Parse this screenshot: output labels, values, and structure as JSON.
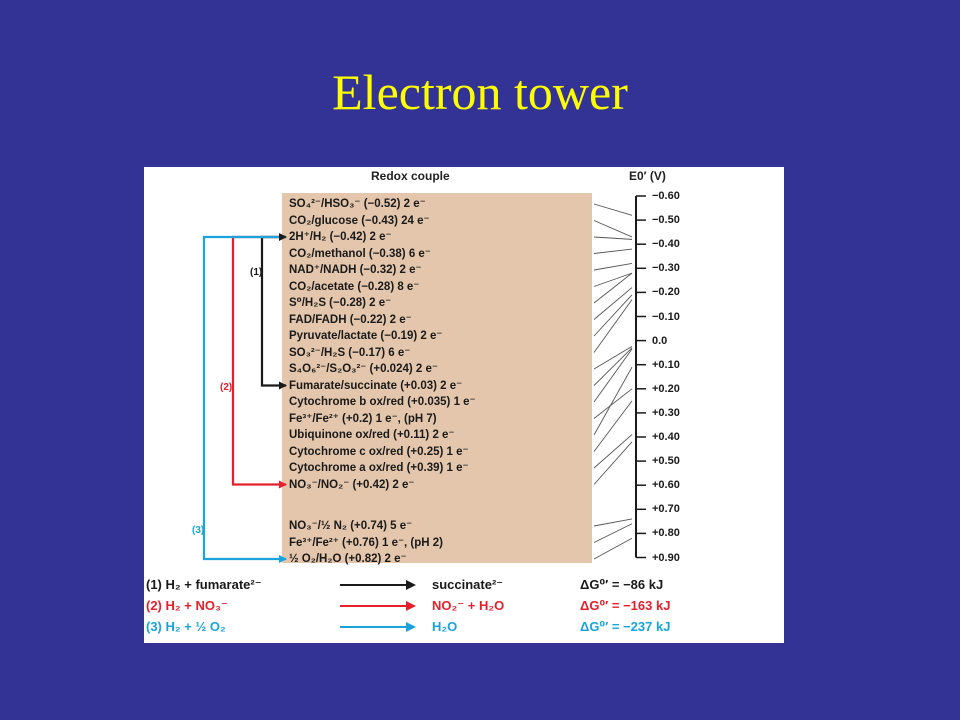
{
  "slide_title": "Electron tower",
  "header": {
    "couple": "Redox couple",
    "potential": "E0′ (V)"
  },
  "couples": [
    {
      "label": "SO₄²⁻/HSO₃⁻ (−0.52) 2 e⁻",
      "e0": -0.52
    },
    {
      "label": "CO₂/glucose (−0.43) 24 e⁻",
      "e0": -0.43
    },
    {
      "label": "2H⁺/H₂ (−0.42) 2 e⁻",
      "e0": -0.42
    },
    {
      "label": "CO₂/methanol (−0.38) 6 e⁻",
      "e0": -0.38
    },
    {
      "label": "NAD⁺/NADH (−0.32) 2 e⁻",
      "e0": -0.32
    },
    {
      "label": "CO₂/acetate (−0.28) 8 e⁻",
      "e0": -0.28
    },
    {
      "label": "S⁰/H₂S (−0.28) 2 e⁻",
      "e0": -0.28
    },
    {
      "label": "FAD/FADH (−0.22) 2 e⁻",
      "e0": -0.22
    },
    {
      "label": "Pyruvate/lactate (−0.19) 2 e⁻",
      "e0": -0.19
    },
    {
      "label": "SO₃²⁻/H₂S (−0.17) 6 e⁻",
      "e0": -0.17
    },
    {
      "label": "S₄O₆²⁻/S₂O₃²⁻ (+0.024) 2 e⁻",
      "e0": 0.024
    },
    {
      "label": "Fumarate/succinate (+0.03) 2 e⁻",
      "e0": 0.03
    },
    {
      "label": "Cytochrome b ox/red (+0.035) 1 e⁻",
      "e0": 0.035
    },
    {
      "label": "Fe³⁺/Fe²⁺ (+0.2) 1 e⁻, (pH 7)",
      "e0": 0.2
    },
    {
      "label": "Ubiquinone ox/red (+0.11) 2 e⁻",
      "e0": 0.11
    },
    {
      "label": "Cytochrome c ox/red (+0.25) 1 e⁻",
      "e0": 0.25
    },
    {
      "label": "Cytochrome a ox/red (+0.39) 1 e⁻",
      "e0": 0.39
    },
    {
      "label": "NO₃⁻/NO₂⁻ (+0.42) 2 e⁻",
      "e0": 0.42
    },
    {
      "label": "NO₃⁻/½ N₂ (+0.74) 5 e⁻",
      "e0": 0.74
    },
    {
      "label": "Fe³⁺/Fe²⁺ (+0.76) 1 e⁻, (pH 2)",
      "e0": 0.76
    },
    {
      "label": "½ O₂/H₂O (+0.82) 2 e⁻",
      "e0": 0.82
    }
  ],
  "scale_ticks": [
    "−0.60",
    "−0.50",
    "−0.40",
    "−0.30",
    "−0.20",
    "−0.10",
    "0.0",
    "+0.10",
    "+0.20",
    "+0.30",
    "+0.40",
    "+0.50",
    "+0.60",
    "+0.70",
    "+0.80",
    "+0.90"
  ],
  "scale_values": [
    -0.6,
    -0.5,
    -0.4,
    -0.3,
    -0.2,
    -0.1,
    0.0,
    0.1,
    0.2,
    0.3,
    0.4,
    0.5,
    0.6,
    0.7,
    0.8,
    0.9
  ],
  "markers": [
    "(1)",
    "(2)",
    "(3)"
  ],
  "reactions": [
    {
      "num": "(1)",
      "lhs": "H₂ + fumarate²⁻",
      "rhs": "succinate²⁻",
      "dg": "ΔG⁰′ = −86 kJ",
      "color": "#1a1a1a"
    },
    {
      "num": "(2)",
      "lhs": "H₂ + NO₃⁻",
      "rhs": "NO₂⁻ + H₂O",
      "dg": "ΔG⁰′ = −163 kJ",
      "color": "#e4202e"
    },
    {
      "num": "(3)",
      "lhs": "H₂ + ½ O₂",
      "rhs": "H₂O",
      "dg": "ΔG⁰′ = −237 kJ",
      "color": "#1aa3dc"
    }
  ],
  "colors": {
    "background": "#333396",
    "title": "#ffff00",
    "panel": "#e3c6ab",
    "black_path": "#1a1a1a",
    "red_path": "#e4202e",
    "blue_path": "#1aa3dc"
  }
}
